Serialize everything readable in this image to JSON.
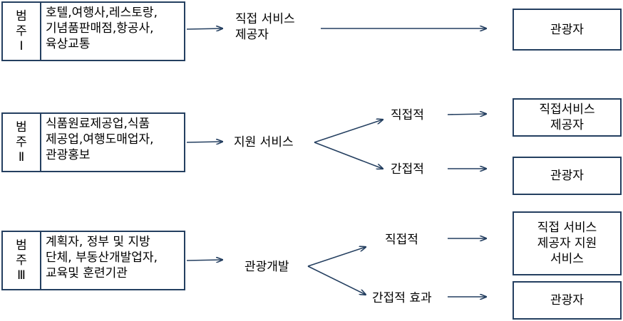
{
  "categories": [
    {
      "label": [
        "범",
        "주",
        "Ⅰ"
      ],
      "desc": [
        "호텔,여행사,레스토랑,",
        "기념품판매점,항공사,",
        "육상교통"
      ],
      "service": [
        "직접 서비스",
        "제공자"
      ],
      "targets": [
        [
          "관광자"
        ]
      ]
    },
    {
      "label": [
        "범",
        "주",
        "Ⅱ"
      ],
      "desc": [
        "식품원료제공업,식품",
        "제공업,여행도매업자,",
        "관광홍보"
      ],
      "service": [
        "지원 서비스"
      ],
      "branches": [
        "직접적",
        "간접적"
      ],
      "targets": [
        [
          "직접서비스",
          "제공자"
        ],
        [
          "관광자"
        ]
      ]
    },
    {
      "label": [
        "범",
        "주",
        "Ⅲ"
      ],
      "desc": [
        "계획자, 정부 및 지방",
        "단체, 부동산개발업자,",
        "교육및 훈련기관"
      ],
      "service": [
        "관광개발"
      ],
      "branches": [
        "직접적",
        "간접적 효과"
      ],
      "targets": [
        [
          "직접 서비스",
          "제공자 지원",
          "서비스"
        ],
        [
          "관광자"
        ]
      ]
    }
  ]
}
